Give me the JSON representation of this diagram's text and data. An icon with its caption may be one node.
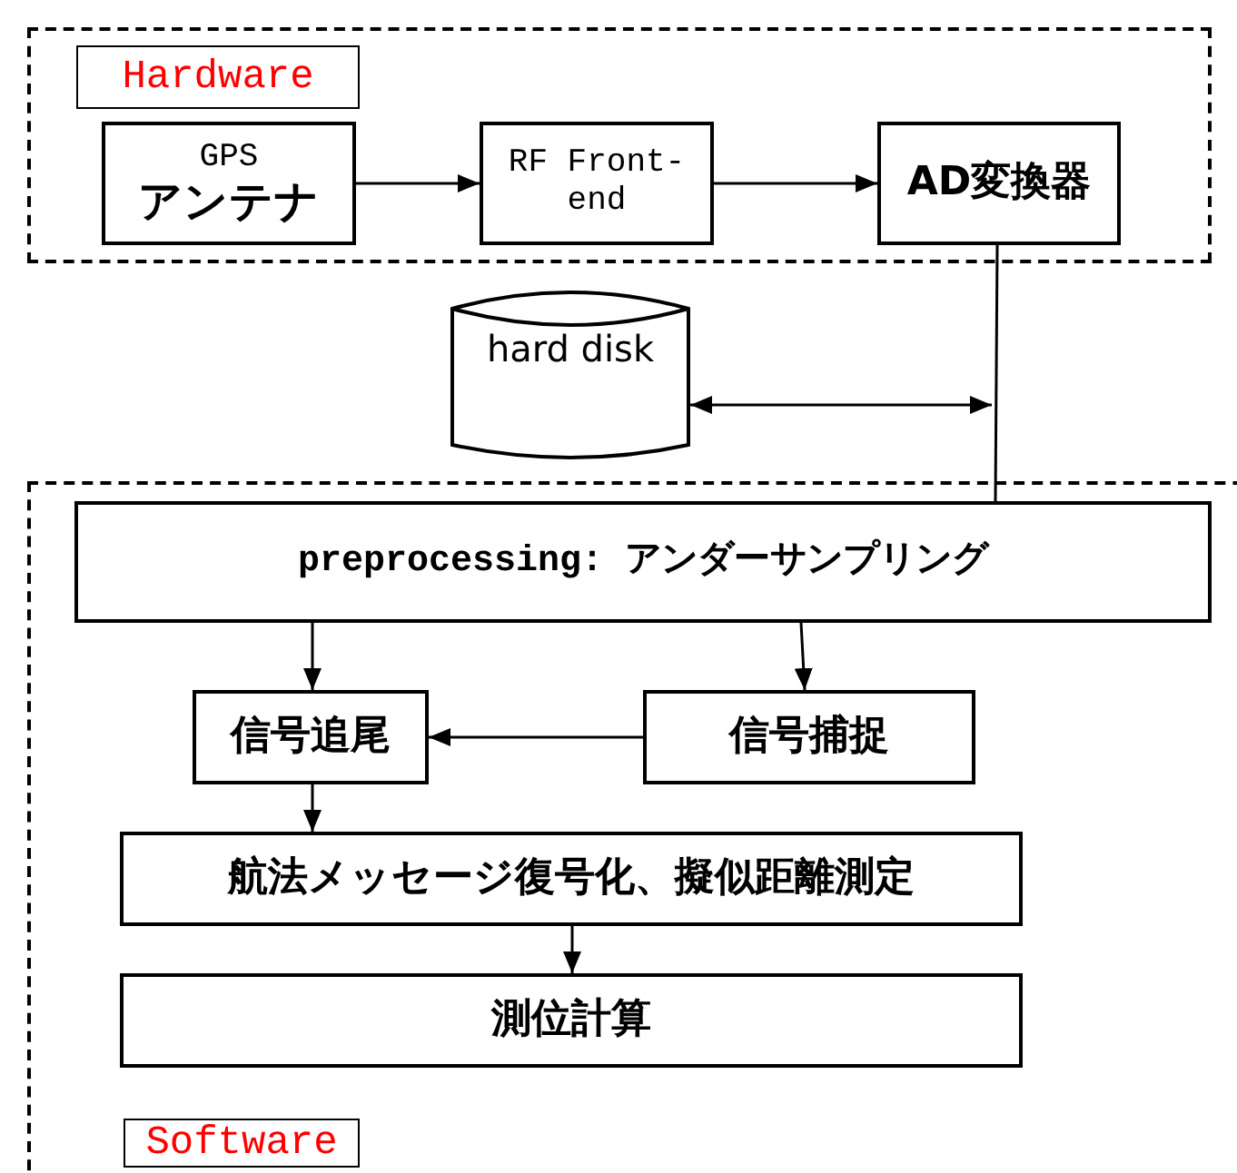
{
  "diagram": {
    "nodes": [
      {
        "text": [
          "Hardware"
        ]
      },
      {
        "text": [
          "GPS",
          "アンテナ"
        ],
        "in": 0
      },
      {
        "text": [
          "RF Front-end"
        ],
        "in": 0
      },
      {
        "text": [
          "AD変換器"
        ],
        "in": 0
      },
      {
        "text": [
          "hard disk"
        ]
      },
      {
        "text": [
          "Software"
        ]
      },
      {
        "text": [
          "preprocessing: アンダーサンプリング"
        ],
        "in": 5
      },
      {
        "text": [
          "信号追尾"
        ],
        "in": 5
      },
      {
        "text": [
          "信号捕捉"
        ],
        "in": 5
      },
      {
        "text": [
          "航法メッセージ復号化、擬似距離測定"
        ],
        "in": 5
      },
      {
        "text": [
          "測位計算"
        ],
        "in": 5
      }
    ],
    "edges": [
      {
        "from": 1,
        "to": 2,
        "arrow": "to"
      },
      {
        "from": 2,
        "to": 3,
        "arrow": "to"
      },
      {
        "from": 3,
        "to": 6,
        "arrow": "none"
      },
      {
        "from": 4,
        "to": null,
        "arrow": "both"
      },
      {
        "from": 6,
        "to": 7,
        "arrow": "to"
      },
      {
        "from": 6,
        "to": 8,
        "arrow": "to"
      },
      {
        "from": 8,
        "to": 7,
        "arrow": "to"
      },
      {
        "from": 7,
        "to": 9,
        "arrow": "to"
      },
      {
        "from": 9,
        "to": 10,
        "arrow": "to"
      }
    ]
  }
}
